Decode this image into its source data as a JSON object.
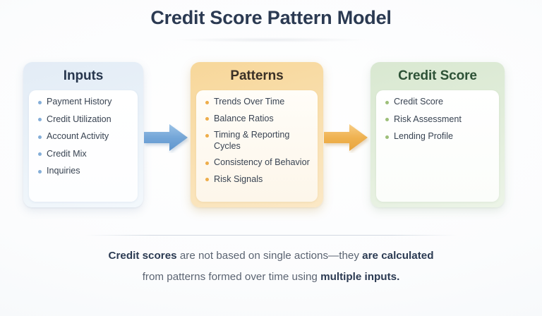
{
  "page": {
    "title": "Credit Score Pattern Model",
    "background_color": "#fbfcfd",
    "title_color": "#2b3a52"
  },
  "columns": [
    {
      "id": "inputs",
      "heading": "Inputs",
      "accent_color": "#84aed8",
      "header_bg": "#e3ecf6",
      "heading_color": "#27364d",
      "items": [
        "Payment History",
        "Credit Utilization",
        "Account Activity",
        "Credit Mix",
        "Inquiries"
      ]
    },
    {
      "id": "patterns",
      "heading": "Patterns",
      "accent_color": "#eead4a",
      "header_bg": "#f7d79a",
      "heading_color": "#3a3026",
      "items": [
        "Trends Over Time",
        "Balance Ratios",
        "Timing & Reporting Cycles",
        "Consistency of Behavior",
        "Risk Signals"
      ]
    },
    {
      "id": "credit-score",
      "heading": "Credit Score",
      "accent_color": "#9dbf79",
      "header_bg": "#d9e8d1",
      "heading_color": "#2d5236",
      "items": [
        "Credit Score",
        "Risk Assessment",
        "Lending Profile"
      ]
    }
  ],
  "arrows": [
    {
      "id": "inputs-to-patterns",
      "icon": "arrow-right-icon",
      "color": "#6fa3d6"
    },
    {
      "id": "patterns-to-credit-score",
      "icon": "arrow-right-icon",
      "color": "#efb251"
    }
  ],
  "footer": {
    "line1_bold_1": "Credit scores",
    "line1_regular": " are not based on single actions—they ",
    "line1_bold_2": "are calculated",
    "line2_regular": "from patterns formed over time using ",
    "line2_bold": "multiple inputs."
  }
}
